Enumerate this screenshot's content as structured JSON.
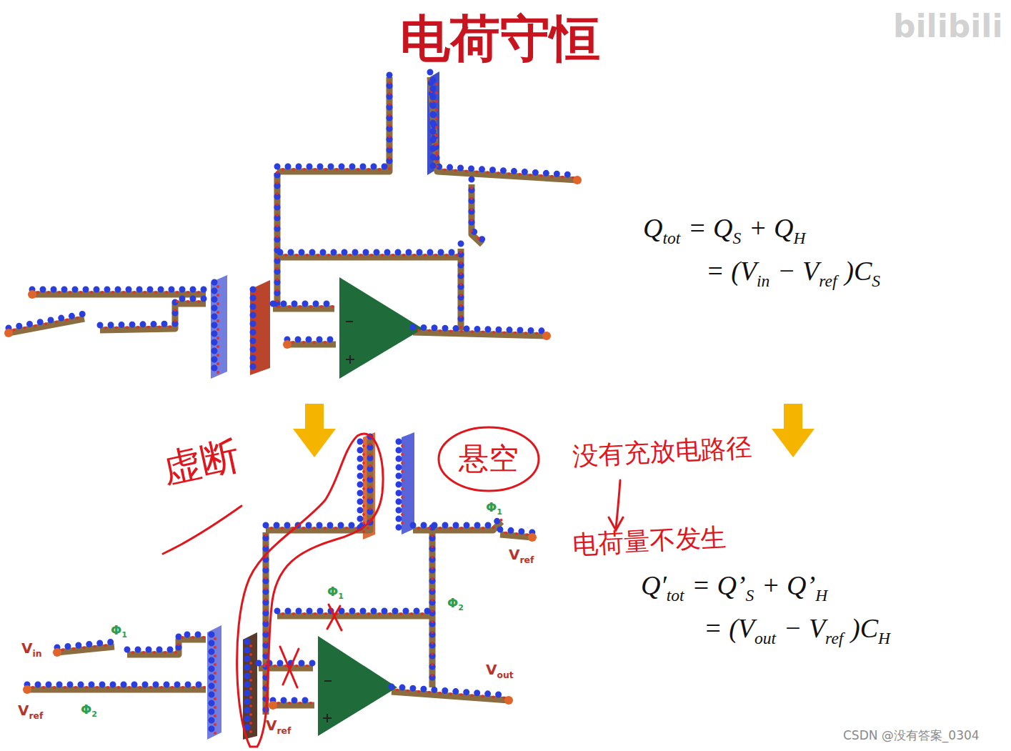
{
  "diagram": {
    "title": "电荷守恒",
    "nodes": [
      {
        "text": [
          "悬空"
        ]
      }
    ],
    "labels": [
      "bilibili",
      "Q",
      "tot",
      "= Q",
      "S",
      "+ Q",
      "H",
      "= (V",
      "in",
      "− V",
      "ref",
      ")C",
      "S",
      "虚断",
      "没有充放电路径",
      "电荷量不发生",
      "Φ",
      "1",
      "V",
      "ref",
      "Φ",
      "1",
      "Φ",
      "2",
      "Q′",
      "tot",
      "= Q’",
      "S",
      "+ Q’",
      "H",
      "= (V",
      "out",
      "− V",
      "ref",
      ")C",
      "H",
      "Φ",
      "1",
      "V",
      "in",
      "V",
      "out",
      "V",
      "ref",
      "Φ",
      "2",
      "V",
      "ref",
      "CSDN @没有答案_0304"
    ]
  }
}
